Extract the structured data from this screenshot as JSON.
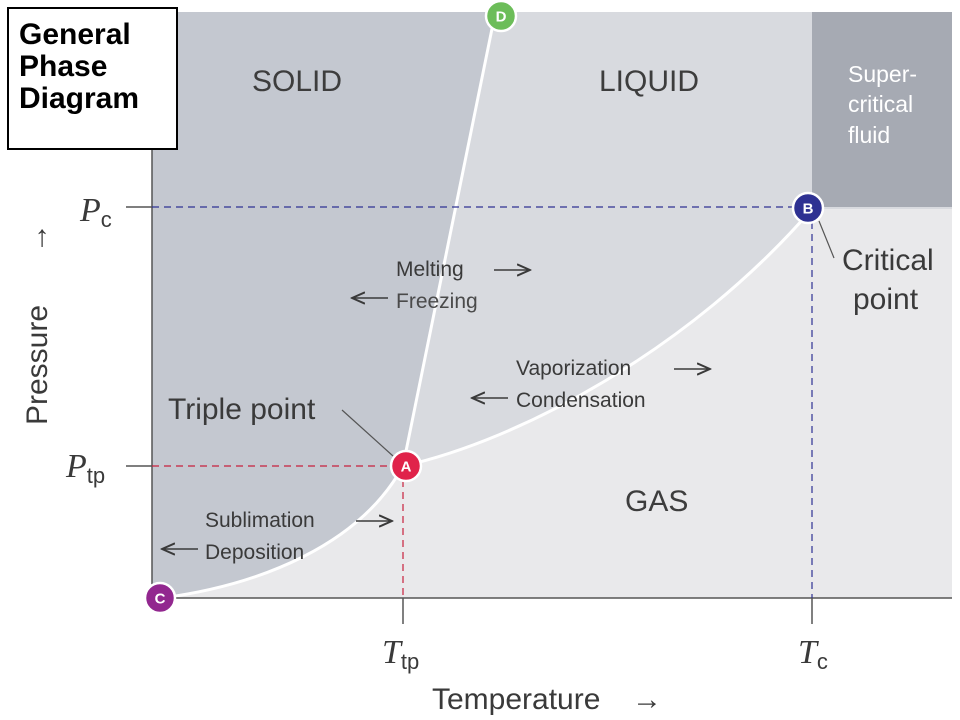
{
  "title_box": {
    "line1": "General",
    "line2": "Phase",
    "line3": "Diagram"
  },
  "regions": {
    "solid": "SOLID",
    "liquid": "LIQUID",
    "gas": "GAS",
    "supercritical": [
      "Super-",
      "critical",
      "fluid"
    ]
  },
  "processes": {
    "melting": "Melting",
    "freezing": "Freezing",
    "vaporization": "Vaporization",
    "condensation": "Condensation",
    "sublimation": "Sublimation",
    "deposition": "Deposition"
  },
  "callouts": {
    "triple_point": "Triple point",
    "critical_point": [
      "Critical",
      "point"
    ]
  },
  "points": {
    "A": "A",
    "B": "B",
    "C": "C",
    "D": "D"
  },
  "axes": {
    "x_title": "Temperature",
    "y_title": "Pressure",
    "x_ticks": [
      {
        "symbol": "T",
        "subscript": "tp"
      },
      {
        "symbol": "T",
        "subscript": "c"
      }
    ],
    "y_ticks": [
      {
        "symbol": "P",
        "subscript": "c"
      },
      {
        "symbol": "P",
        "subscript": "tp"
      }
    ],
    "arrow": "→"
  },
  "colors": {
    "solid_fill": "#c4c8d0",
    "liquid_fill": "#d8dadf",
    "gas_fill": "#e9e9eb",
    "supercritical_fill": "#a6aab3",
    "phase_boundary": "#ffffff",
    "triple_point": "#e0234a",
    "critical_point": "#2e3192",
    "point_c": "#92278f",
    "point_d": "#6cbd59",
    "triple_guide": "#c8203c",
    "critical_guide": "#2e3192"
  }
}
